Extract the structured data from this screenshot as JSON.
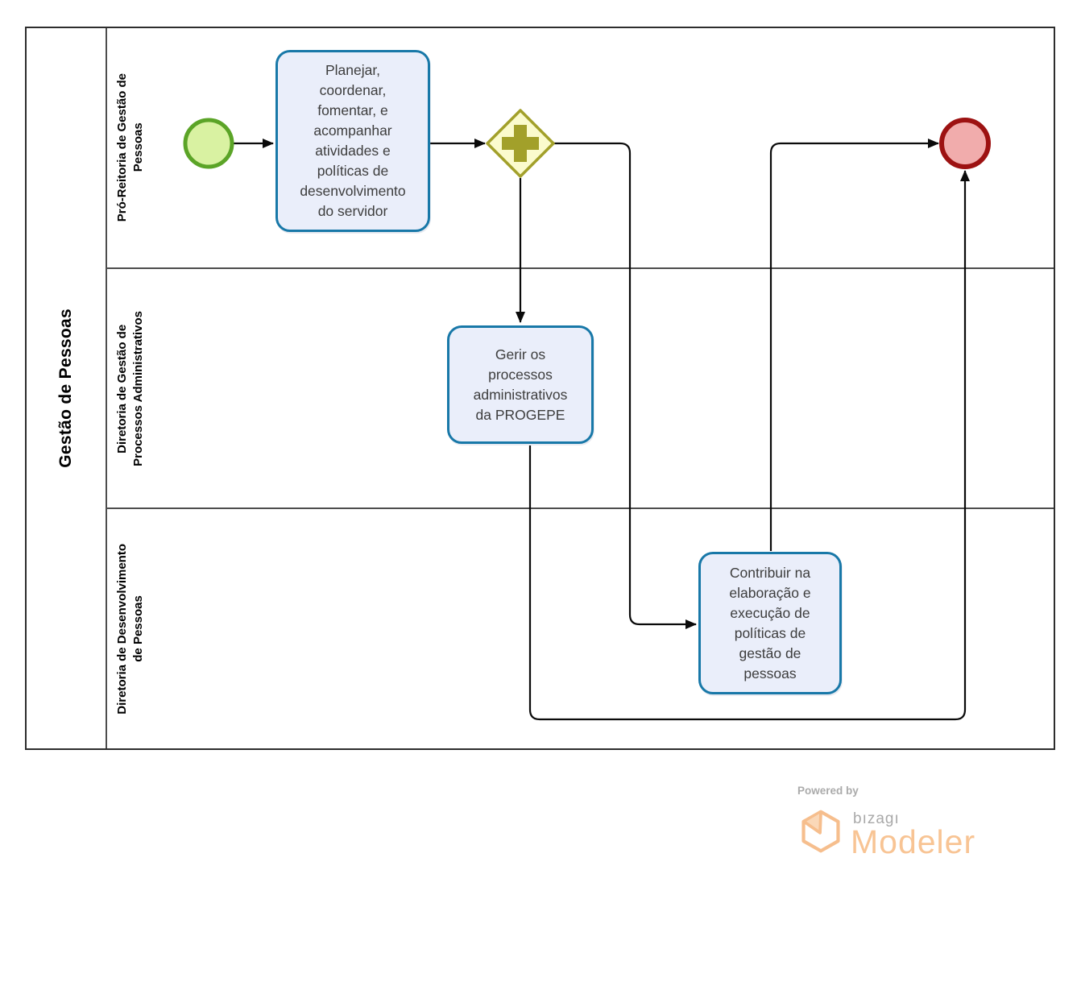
{
  "diagram": {
    "pool": {
      "name": "Gestão de Pessoas",
      "lanes": [
        {
          "name": "Pró-Reitoria de Gestão de\nPessoas"
        },
        {
          "name": "Diretoria de Gestão de\nProcessos Administrativos"
        },
        {
          "name": "Diretoria de Desenvolvimento\nde Pessoas"
        }
      ]
    },
    "nodes": {
      "start_event": {
        "type": "start-event"
      },
      "task_planejar": {
        "type": "task",
        "label": "Planejar,\ncoordenar,\nfomentar, e\nacompanhar\natividades e\npolíticas de\ndesenvolvimento\ndo servidor"
      },
      "gateway_parallel": {
        "type": "parallel-gateway"
      },
      "task_gerir": {
        "type": "task",
        "label": "Gerir os\nprocessos\nadministrativos\nda PROGEPE"
      },
      "task_contribuir": {
        "type": "task",
        "label": "Contribuir na\nelaboração e\nexecução de\npolíticas de\ngestão de\npessoas"
      },
      "end_event": {
        "type": "end-event"
      }
    },
    "flows": [
      {
        "from": "start_event",
        "to": "task_planejar"
      },
      {
        "from": "task_planejar",
        "to": "gateway_parallel"
      },
      {
        "from": "gateway_parallel",
        "to": "task_gerir"
      },
      {
        "from": "gateway_parallel",
        "to": "task_contribuir"
      },
      {
        "from": "task_gerir",
        "to": "end_event"
      },
      {
        "from": "task_contribuir",
        "to": "end_event"
      }
    ]
  },
  "colors": {
    "task_fill": "#EAEEFA",
    "task_border": "#1878A8",
    "start_fill": "#D9F2A2",
    "start_border": "#5BA427",
    "end_fill": "#F1ACAC",
    "end_border": "#9D1212",
    "gateway_fill": "#FBFBCD",
    "gateway_border": "#A2A02A",
    "connector": "#0A0A0A",
    "lane_border": "#4D4D4D",
    "brand_orange": "#F8C494",
    "brand_gray": "#ABABAB"
  },
  "branding": {
    "powered_by": "Powered by",
    "logo_text": "bızagı",
    "product": "Modeler"
  }
}
